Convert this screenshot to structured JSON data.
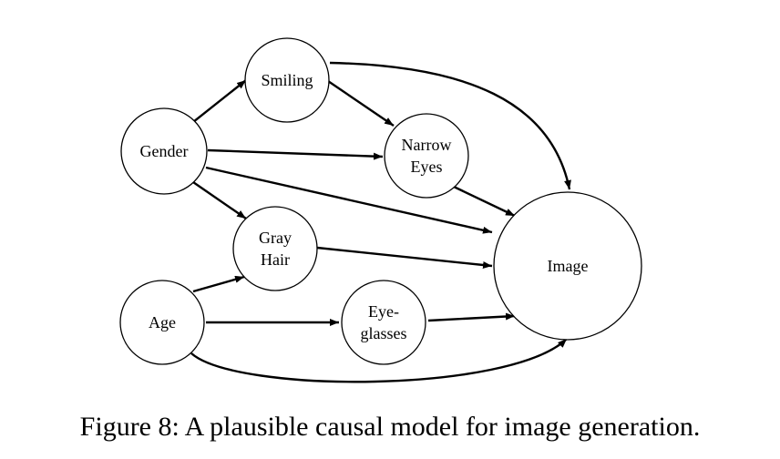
{
  "diagram": {
    "nodes": {
      "gender": {
        "lines": [
          "Gender"
        ]
      },
      "smiling": {
        "lines": [
          "Smiling"
        ]
      },
      "narrow_eyes": {
        "lines": [
          "Narrow",
          "Eyes"
        ]
      },
      "gray_hair": {
        "lines": [
          "Gray",
          "Hair"
        ]
      },
      "age": {
        "lines": [
          "Age"
        ]
      },
      "eyeglasses": {
        "lines": [
          "Eye-",
          "glasses"
        ]
      },
      "image": {
        "lines": [
          "Image"
        ]
      }
    },
    "edges": [
      {
        "from": "gender",
        "to": "smiling"
      },
      {
        "from": "gender",
        "to": "narrow_eyes"
      },
      {
        "from": "gender",
        "to": "gray_hair"
      },
      {
        "from": "gender",
        "to": "image"
      },
      {
        "from": "smiling",
        "to": "narrow_eyes"
      },
      {
        "from": "smiling",
        "to": "image"
      },
      {
        "from": "narrow_eyes",
        "to": "image"
      },
      {
        "from": "gray_hair",
        "to": "image"
      },
      {
        "from": "age",
        "to": "gray_hair"
      },
      {
        "from": "age",
        "to": "eyeglasses"
      },
      {
        "from": "age",
        "to": "image"
      },
      {
        "from": "eyeglasses",
        "to": "image"
      }
    ]
  },
  "caption": "Figure 8: A plausible causal model for image generation."
}
